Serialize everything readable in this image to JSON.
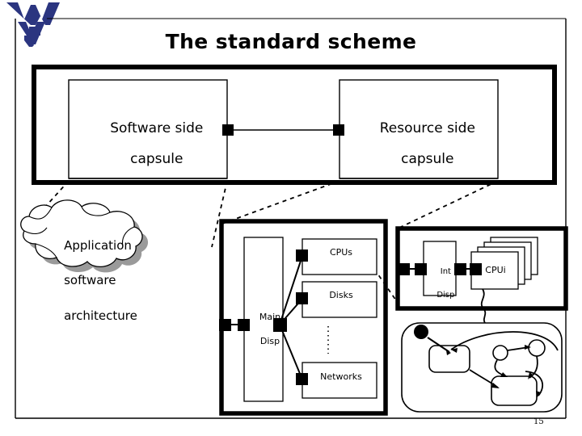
{
  "slide": {
    "title": "The standard scheme",
    "page_number": "15",
    "logo_name": "wvu-flying-wv-logo",
    "logo_color": "#2B3580",
    "ink_color": "#000000"
  },
  "top_diagram": {
    "name": "standard-scheme-top-level",
    "left_capsule": {
      "line1": "Software side",
      "line2": "capsule"
    },
    "right_capsule": {
      "line1": "Resource side",
      "line2": "capsule"
    },
    "connector": "port-to-port-link"
  },
  "cloud": {
    "line1": "Application",
    "line2": "software",
    "line3": "architecture"
  },
  "resource_detail": {
    "name": "resource-side-detail",
    "main_dispatcher": {
      "line1": "Main",
      "line2": "Disp"
    },
    "resources": [
      {
        "label": "CPUs"
      },
      {
        "label": "Disks"
      },
      {
        "label": "Networks"
      }
    ],
    "ellipsis": "vertical-dots"
  },
  "cpu_detail": {
    "name": "cpu-resource-detail",
    "internal_dispatcher": {
      "line1": "Int",
      "line2": "Disp"
    },
    "cpu_stack_label": "CPUi",
    "stack_count": 4
  },
  "state_machine": {
    "name": "cpui-statechart",
    "initial_state": "filled-circle",
    "states": 2,
    "pseudostates": 2
  }
}
